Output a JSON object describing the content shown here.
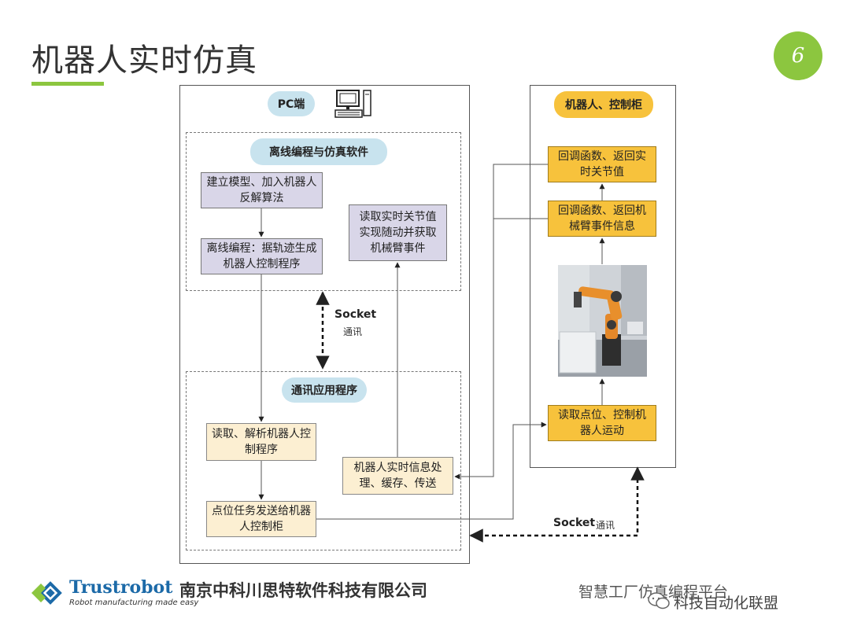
{
  "title": "机器人实时仿真",
  "page_number": "6",
  "pc_side": {
    "label": "PC端",
    "offline_software": {
      "label": "离线编程与仿真软件",
      "box_model": "建立模型、加入机器人反解算法",
      "box_program": "离线编程：据轨迹生成机器人控制程序",
      "box_read": "读取实时关节值实现随动并获取机械臂事件"
    },
    "socket": {
      "label": "Socket",
      "sub": "通讯"
    },
    "comm_app": {
      "label": "通讯应用程序",
      "box_parse": "读取、解析机器人控制程序",
      "box_send": "点位任务发送给机器人控制柜",
      "box_realtime": "机器人实时信息处理、缓存、传送"
    }
  },
  "robot_side": {
    "label": "机器人、控制柜",
    "box_callback_joint": "回调函数、返回实时关节值",
    "box_callback_event": "回调函数、返回机械臂事件信息",
    "box_read_points": "读取点位、控制机器人运动"
  },
  "bottom_socket": {
    "label": "Socket",
    "sub": "通讯"
  },
  "footer": {
    "logo_name": "Trustrobot",
    "logo_tagline": "Robot manufacturing made easy",
    "company": "南京中科川思特软件科技有限公司",
    "platform": "智慧工厂仿真编程平台",
    "watermark": "科技自动化联盟"
  },
  "colors": {
    "accent_green": "#8cc63f",
    "pill_blue": "#c8e3ee",
    "box_purple": "#d9d6e8",
    "box_cream": "#fcefd2",
    "robot_yellow": "#f7c23c"
  }
}
